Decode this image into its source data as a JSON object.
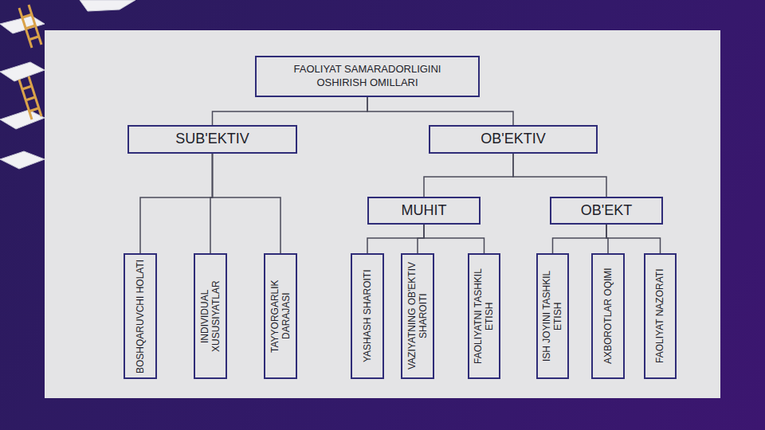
{
  "diagram": {
    "nodes": [
      {
        "text": [
          "FAOLIYAT SAMARADORLIGINI OSHIRISH OMILLARI"
        ]
      },
      {
        "text": [
          "SUB'EKTIV"
        ]
      },
      {
        "text": [
          "OB'EKTIV"
        ]
      },
      {
        "text": [
          "MUHIT"
        ]
      },
      {
        "text": [
          "OB'EKT"
        ]
      },
      {
        "text": [
          "BOSHQARUVCHI HOLATI"
        ]
      },
      {
        "text": [
          "INDIVIDUAL XUSUSIYATLAR"
        ]
      },
      {
        "text": [
          "TAYYORGARLIK DARAJASI"
        ]
      },
      {
        "text": [
          "YASHASH SHAROITI"
        ]
      },
      {
        "text": [
          "VAZIYATNING OB'EKTIV SHAROITI"
        ]
      },
      {
        "text": [
          "FAOLIYATNI TASHKIL ETISH"
        ]
      },
      {
        "text": [
          "ISH JOYINI TASHKIL ETISH"
        ]
      },
      {
        "text": [
          "AXBOROTLAR OQIMI"
        ]
      },
      {
        "text": [
          "FAOLIYAT NAZORATI"
        ]
      }
    ],
    "edges": [
      {
        "from": 0,
        "to": 1,
        "arrow": "none"
      },
      {
        "from": 0,
        "to": 2,
        "arrow": "none"
      },
      {
        "from": 1,
        "to": 5,
        "arrow": "none"
      },
      {
        "from": 1,
        "to": 6,
        "arrow": "none"
      },
      {
        "from": 1,
        "to": 7,
        "arrow": "none"
      },
      {
        "from": 2,
        "to": 3,
        "arrow": "none"
      },
      {
        "from": 2,
        "to": 4,
        "arrow": "none"
      },
      {
        "from": 3,
        "to": 8,
        "arrow": "none"
      },
      {
        "from": 3,
        "to": 9,
        "arrow": "none"
      },
      {
        "from": 3,
        "to": 10,
        "arrow": "none"
      },
      {
        "from": 4,
        "to": 11,
        "arrow": "none"
      },
      {
        "from": 4,
        "to": 12,
        "arrow": "none"
      },
      {
        "from": 4,
        "to": 13,
        "arrow": "none"
      }
    ]
  }
}
